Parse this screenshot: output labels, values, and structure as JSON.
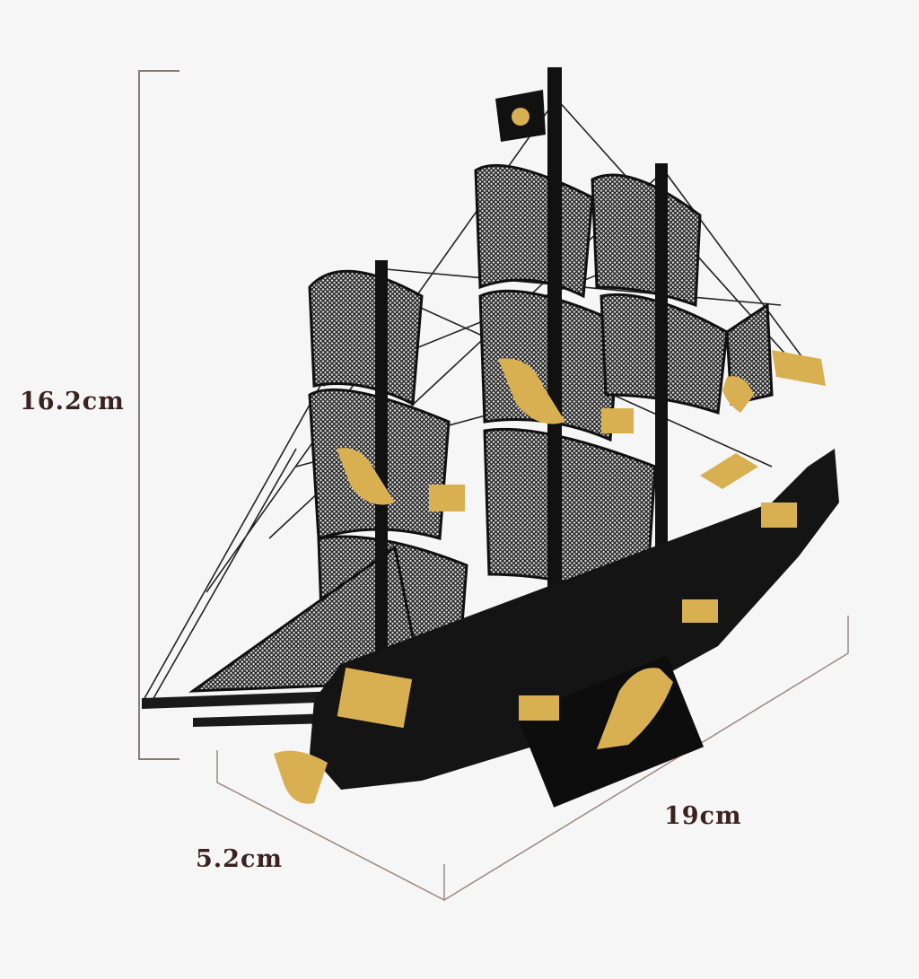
{
  "dimensions": {
    "height_label": "16.2cm",
    "length_label": "19cm",
    "width_label": "5.2cm"
  },
  "colors": {
    "background": "#f6f6f6",
    "dimension_line": "#8a7a72",
    "label_text": "#3a2220",
    "hull": "#151515",
    "sail": "#2a2a2a",
    "gold": "#d8b052"
  }
}
